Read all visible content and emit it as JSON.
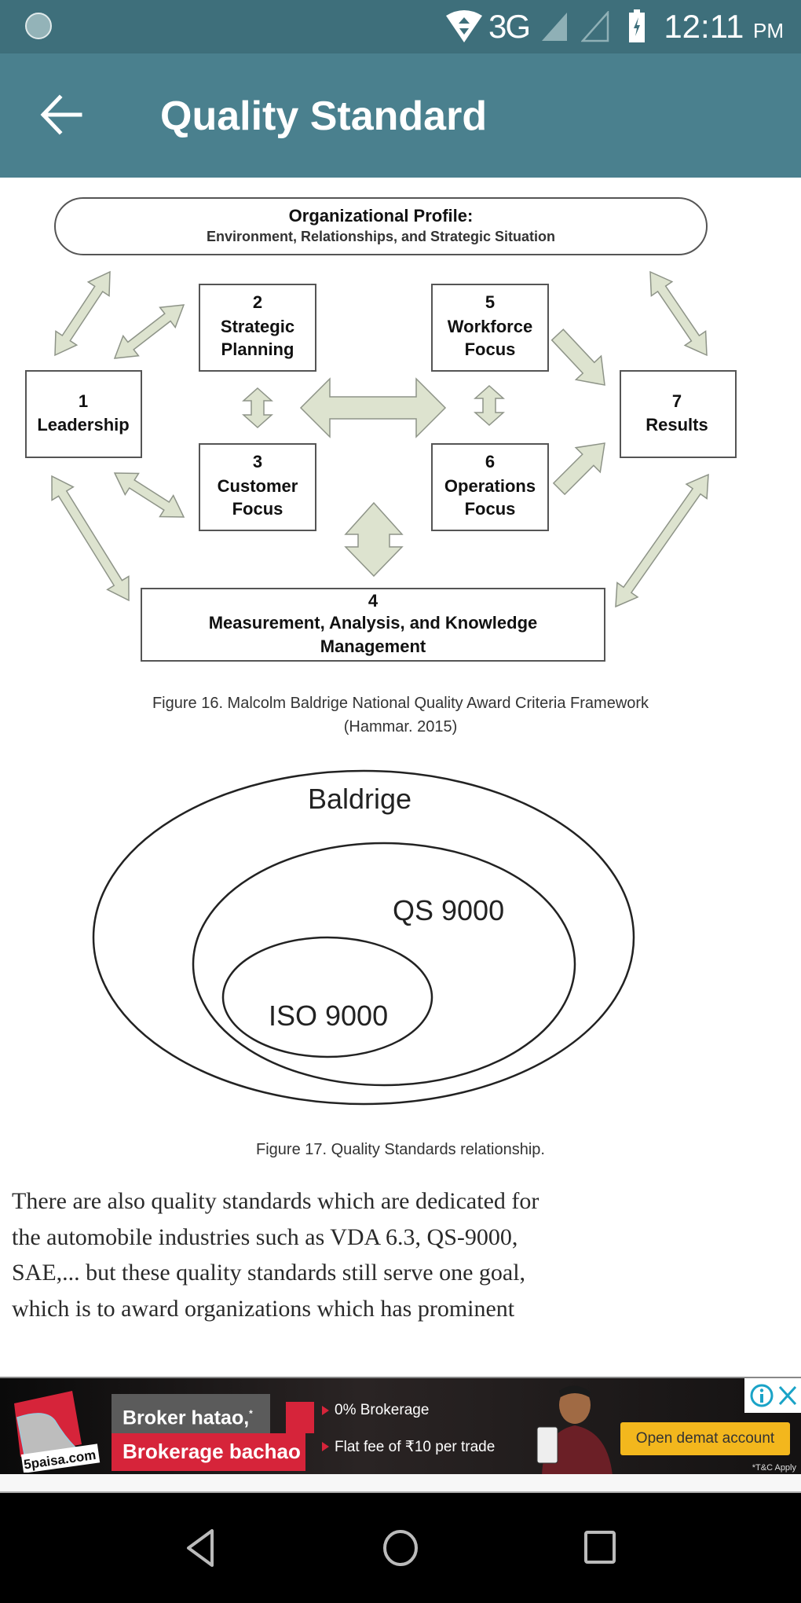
{
  "status_bar": {
    "time": "12:11",
    "ampm": "PM",
    "network": "3G",
    "icons": [
      "notification-circle-icon",
      "wifi-icon",
      "signal-icon",
      "signal-empty-icon",
      "battery-charging-icon"
    ]
  },
  "app_bar": {
    "title": "Quality Standard",
    "back_icon": "arrow-left-icon",
    "color": "#4a808e"
  },
  "figure16": {
    "profile_title": "Organizational Profile:",
    "profile_subtitle": "Environment, Relationships, and Strategic Situation",
    "boxes": [
      {
        "num": "1",
        "line1": "Leadership",
        "line2": ""
      },
      {
        "num": "2",
        "line1": "Strategic",
        "line2": "Planning"
      },
      {
        "num": "3",
        "line1": "Customer",
        "line2": "Focus"
      },
      {
        "num": "4",
        "line1": "Measurement, Analysis, and Knowledge",
        "line2": "Management"
      },
      {
        "num": "5",
        "line1": "Workforce",
        "line2": "Focus"
      },
      {
        "num": "6",
        "line1": "Operations",
        "line2": "Focus"
      },
      {
        "num": "7",
        "line1": "Results",
        "line2": ""
      }
    ],
    "arrow_color": "#dde3cf",
    "caption_line1": "Figure 16. Malcolm Baldrige National Quality Award Criteria Framework",
    "caption_line2": "(Hammar. 2015)"
  },
  "figure17": {
    "labels": [
      "Baldrige",
      "QS 9000",
      "ISO 9000"
    ],
    "caption": "Figure 17. Quality Standards relationship."
  },
  "body_text": "There are also quality standards which are dedicated for the automobile industries such as VDA 6.3, QS-9000, SAE,... but these quality standards still serve one goal, which is to award organizations which has prominent",
  "ad": {
    "brand": "5paisa.com",
    "headline1": "Broker hatao,",
    "headline1_mark": "*",
    "headline2": "Brokerage bachao",
    "bullet1": "0% Brokerage",
    "bullet2": "Flat fee of ₹10 per trade",
    "cta": "Open demat account",
    "disclaimer": "*T&C Apply",
    "info_icon": "info-icon",
    "close_icon": "close-icon"
  },
  "nav_bar": {
    "buttons": [
      "back-triangle-icon",
      "home-circle-icon",
      "recents-square-icon"
    ]
  }
}
